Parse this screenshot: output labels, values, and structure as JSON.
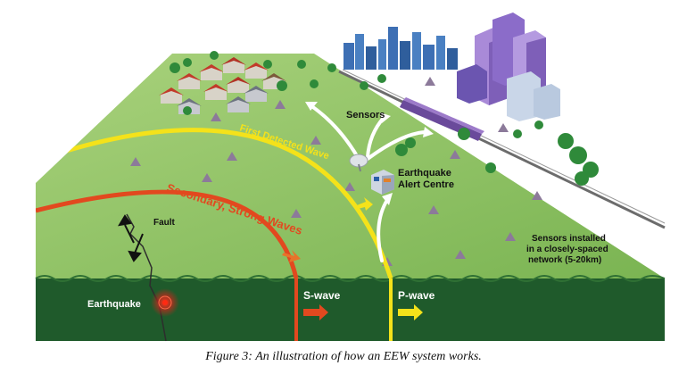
{
  "labels": {
    "sensors": "Sensors",
    "first_detected_wave": "First Detected Wave",
    "secondary_wave": "Secondary, Strong Waves",
    "alert_centre_line1": "Earthquake",
    "alert_centre_line2": "Alert Centre",
    "fault": "Fault",
    "earthquake": "Earthquake",
    "s_wave": "S-wave",
    "p_wave": "P-wave",
    "network_line1": "Sensors installed",
    "network_line2": "in a closely-spaced",
    "network_line3": "network (5-20km)"
  },
  "caption": "Figure 3: An illustration of how an EEW system works.",
  "colors": {
    "ground_top": "#8cc265",
    "ground_side": "#1f5a2b",
    "p_wave": "#f4e21a",
    "s_wave": "#e2491f",
    "text_light": "#ffffff",
    "text_dark": "#111111"
  },
  "icons": [
    "fault-arrows-icon",
    "epicenter-icon",
    "satellite-dish-icon",
    "building-icon",
    "tree-icon",
    "house-icon",
    "skyscraper-icon",
    "train-icon",
    "sensor-icon"
  ]
}
